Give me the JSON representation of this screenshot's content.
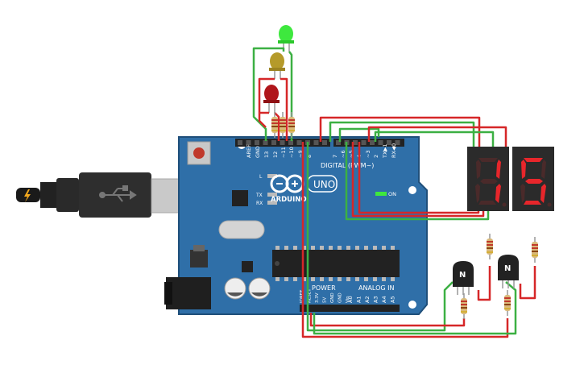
{
  "board": {
    "aref": "AREF",
    "gnd": "GND",
    "digital_pins": [
      "13",
      "12",
      "~11",
      "~10",
      "~9",
      "8",
      "7",
      "~6",
      "~5",
      "4",
      "~3",
      "2",
      "TX▶1",
      "RX◀0"
    ],
    "digital_label": "DIGITAL (PWM~)",
    "leds": [
      "L",
      "TX",
      "RX"
    ],
    "on": "ON",
    "brand": "ARDUINO",
    "model": "UNO",
    "power_label": "POWER",
    "analog_label": "ANALOG IN",
    "power_pins": [
      "IOREF",
      "RESET",
      "3.3V",
      "5V",
      "GND",
      "GND",
      "Vin"
    ],
    "analog_pins": [
      "A0",
      "A1",
      "A2",
      "A3",
      "A4",
      "A5"
    ]
  },
  "transistors": {
    "left_label": "N",
    "right_label": "N"
  },
  "display": {
    "left_digit_segments": [
      "b",
      "c"
    ],
    "right_digit_segments": [
      "a",
      "f",
      "g",
      "c",
      "d"
    ]
  },
  "colors": {
    "board": "#2f6fa8",
    "board_edge": "#1f4f7a",
    "wire_red": "#d62728",
    "wire_green": "#3cb043",
    "segment_on": "#e8262b",
    "segment_off": "#4a2a2a",
    "display_body": "#2b2b2b",
    "led_green": "#3ee83e",
    "led_yellow": "#b59a2a",
    "led_red": "#b0161b"
  }
}
